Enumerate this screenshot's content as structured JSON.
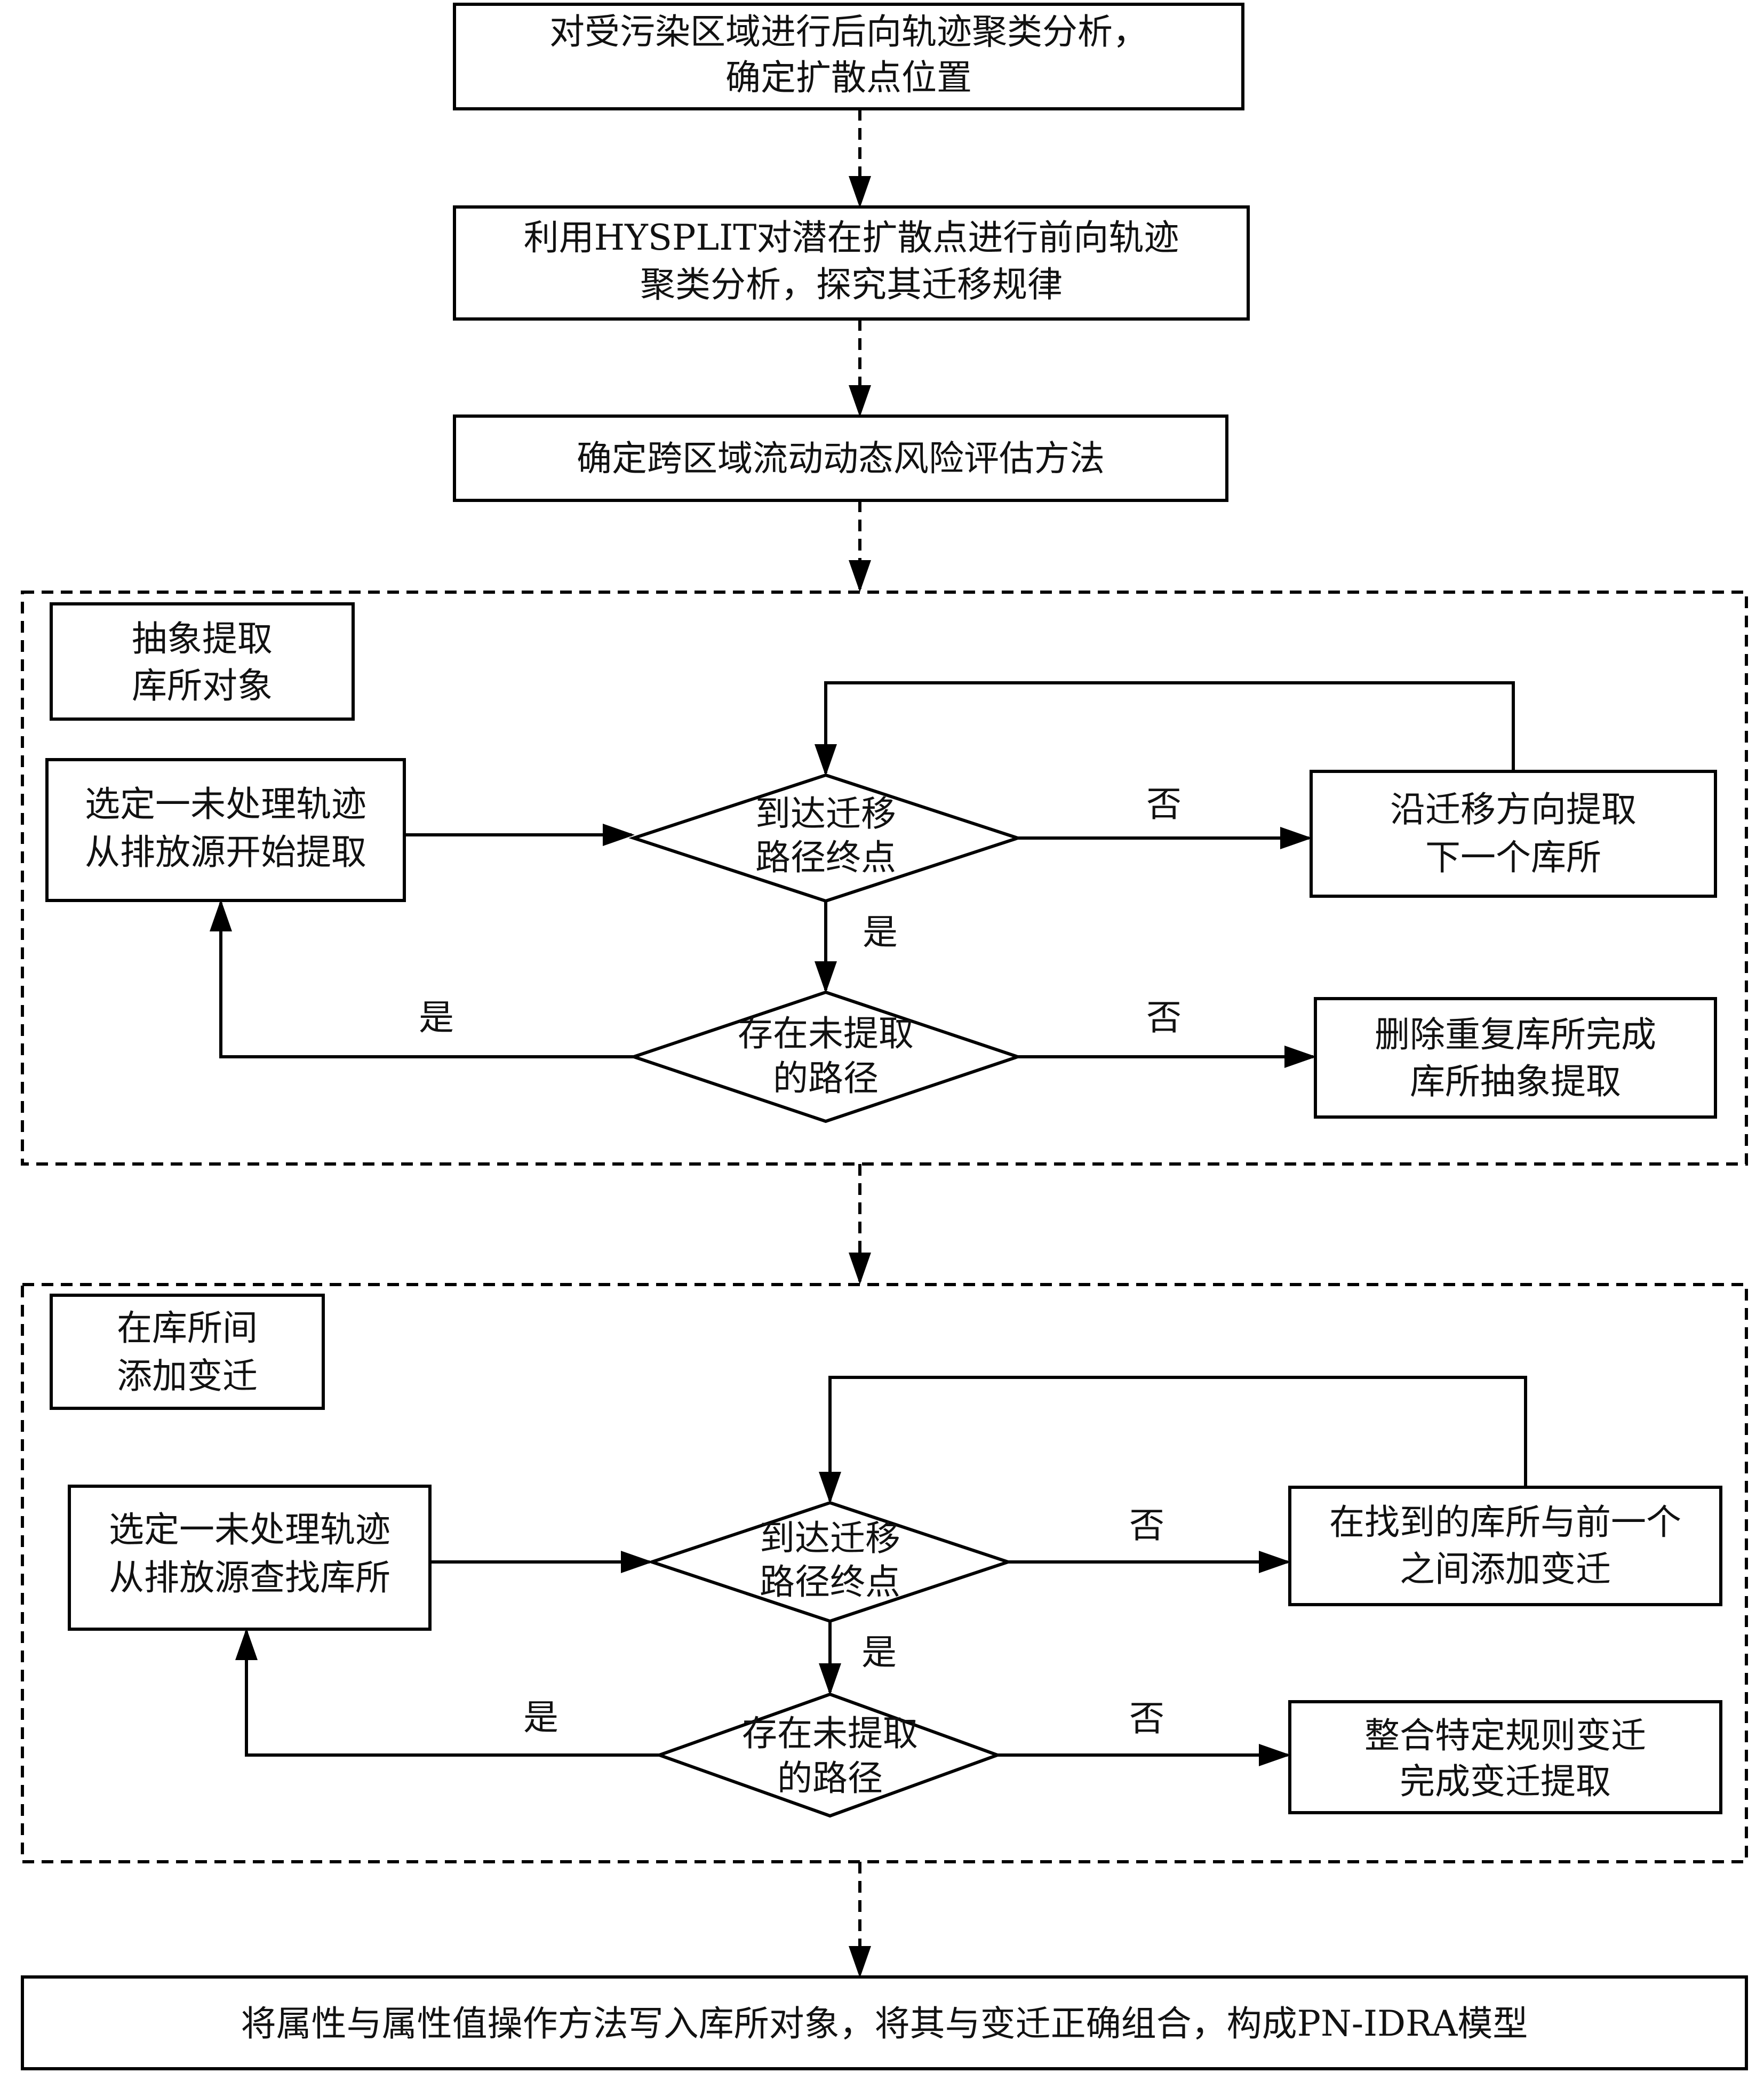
{
  "steps": {
    "step1": [
      "对受污染区域进行后向轨迹聚类分析，",
      "确定扩散点位置"
    ],
    "step2": [
      "利用HYSPLIT对潜在扩散点进行前向轨迹",
      "聚类分析，探究其迁移规律"
    ],
    "step3": [
      "确定跨区域流动动态风险评估方法"
    ],
    "final": [
      "将属性与属性值操作方法写入库所对象，将其与变迁正确组合，构成PN-IDRA模型"
    ]
  },
  "section1": {
    "title": [
      "抽象提取",
      "库所对象"
    ],
    "start": [
      "选定一未处理轨迹",
      "从排放源开始提取"
    ],
    "decision1": [
      "到达迁移",
      "路径终点"
    ],
    "loop_box": [
      "沿迁移方向提取",
      "下一个库所"
    ],
    "decision2": [
      "存在未提取",
      "的路径"
    ],
    "end_box": [
      "删除重复库所完成",
      "库所抽象提取"
    ],
    "label_no_1": "否",
    "label_yes_1": "是",
    "label_yes_2": "是",
    "label_no_2": "否"
  },
  "section2": {
    "title": [
      "在库所间",
      "添加变迁"
    ],
    "start": [
      "选定一未处理轨迹",
      "从排放源查找库所"
    ],
    "decision1": [
      "到达迁移",
      "路径终点"
    ],
    "loop_box": [
      "在找到的库所与前一个",
      "之间添加变迁"
    ],
    "decision2": [
      "存在未提取",
      "的路径"
    ],
    "end_box": [
      "整合特定规则变迁",
      "完成变迁提取"
    ],
    "label_no_1": "否",
    "label_yes_1": "是",
    "label_yes_2": "是",
    "label_no_2": "否"
  }
}
